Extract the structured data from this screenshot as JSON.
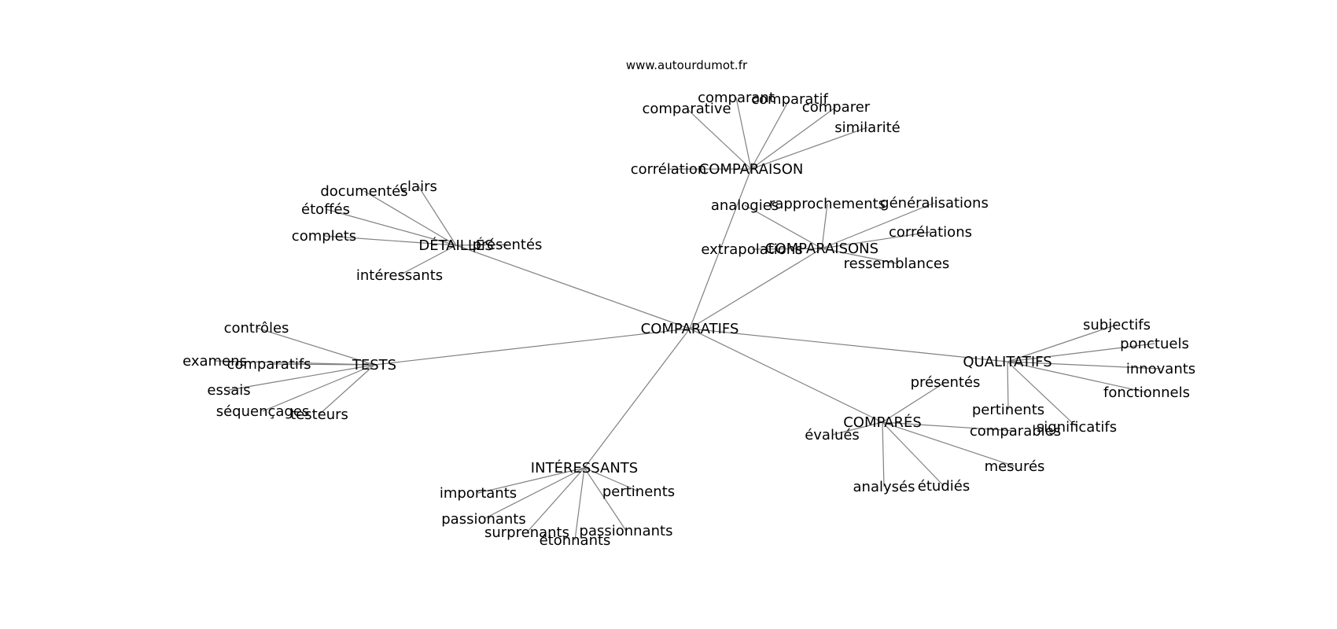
{
  "watermark": "www.autourdumot.fr",
  "colors": {
    "edge": "#808080",
    "text": "#000000",
    "background": "#ffffff"
  },
  "nodes": [
    {
      "id": "comparatifs",
      "label": "COMPARATIFS"
    },
    {
      "id": "comparaison",
      "label": "COMPARAISON"
    },
    {
      "id": "comparaisons",
      "label": "COMPARAISONS"
    },
    {
      "id": "details",
      "label": "DÉTAILLÉS"
    },
    {
      "id": "tests",
      "label": "TESTS"
    },
    {
      "id": "qualitatifs",
      "label": "QUALITATIFS"
    },
    {
      "id": "compares",
      "label": "COMPARÉS"
    },
    {
      "id": "interessants",
      "label": "INTÉRESSANTS"
    },
    {
      "id": "comparant",
      "label": "comparant"
    },
    {
      "id": "comparatif",
      "label": "comparatif"
    },
    {
      "id": "comparative",
      "label": "comparative"
    },
    {
      "id": "comparer",
      "label": "comparer"
    },
    {
      "id": "similarite",
      "label": "similarité"
    },
    {
      "id": "correlation",
      "label": "corrélation"
    },
    {
      "id": "analogies",
      "label": "analogies"
    },
    {
      "id": "rapprochements",
      "label": "rapprochements"
    },
    {
      "id": "generalisations",
      "label": "généralisations"
    },
    {
      "id": "correlations",
      "label": "corrélations"
    },
    {
      "id": "extrapolations",
      "label": "extrapolations"
    },
    {
      "id": "ressemblances",
      "label": "ressemblances"
    },
    {
      "id": "clairs",
      "label": "clairs"
    },
    {
      "id": "documentes",
      "label": "documentés"
    },
    {
      "id": "etoffes",
      "label": "étoffés"
    },
    {
      "id": "complets",
      "label": "complets"
    },
    {
      "id": "presentes_d",
      "label": "présentés"
    },
    {
      "id": "interessants_d",
      "label": "intéressants"
    },
    {
      "id": "controles",
      "label": "contrôles"
    },
    {
      "id": "examens",
      "label": "examens"
    },
    {
      "id": "comparatifs_t",
      "label": "comparatifs"
    },
    {
      "id": "essais",
      "label": "essais"
    },
    {
      "id": "sequencages",
      "label": "séquençages"
    },
    {
      "id": "testeurs",
      "label": "testeurs"
    },
    {
      "id": "subjectifs",
      "label": "subjectifs"
    },
    {
      "id": "ponctuels",
      "label": "ponctuels"
    },
    {
      "id": "innovants",
      "label": "innovants"
    },
    {
      "id": "fonctionnels",
      "label": "fonctionnels"
    },
    {
      "id": "pertinents_q",
      "label": "pertinents"
    },
    {
      "id": "significatifs",
      "label": "significatifs"
    },
    {
      "id": "presentes_c",
      "label": "présentés"
    },
    {
      "id": "evalues",
      "label": "évalués"
    },
    {
      "id": "comparables",
      "label": "comparables"
    },
    {
      "id": "mesures",
      "label": "mesurés"
    },
    {
      "id": "analyses",
      "label": "analysés"
    },
    {
      "id": "etudies",
      "label": "étudiés"
    },
    {
      "id": "importants",
      "label": "importants"
    },
    {
      "id": "pertinents_i",
      "label": "pertinents"
    },
    {
      "id": "passionants",
      "label": "passionants"
    },
    {
      "id": "surprenants",
      "label": "surprenants"
    },
    {
      "id": "etonnants",
      "label": "étonnants"
    },
    {
      "id": "passionnants",
      "label": "passionnants"
    }
  ],
  "edges": [
    [
      "comparatifs",
      "comparaison"
    ],
    [
      "comparatifs",
      "comparaisons"
    ],
    [
      "comparatifs",
      "details"
    ],
    [
      "comparatifs",
      "tests"
    ],
    [
      "comparatifs",
      "qualitatifs"
    ],
    [
      "comparatifs",
      "compares"
    ],
    [
      "comparatifs",
      "interessants"
    ],
    [
      "comparaison",
      "comparant"
    ],
    [
      "comparaison",
      "comparatif"
    ],
    [
      "comparaison",
      "comparative"
    ],
    [
      "comparaison",
      "comparer"
    ],
    [
      "comparaison",
      "similarite"
    ],
    [
      "comparaison",
      "correlation"
    ],
    [
      "comparaisons",
      "analogies"
    ],
    [
      "comparaisons",
      "rapprochements"
    ],
    [
      "comparaisons",
      "generalisations"
    ],
    [
      "comparaisons",
      "correlations"
    ],
    [
      "comparaisons",
      "extrapolations"
    ],
    [
      "comparaisons",
      "ressemblances"
    ],
    [
      "details",
      "clairs"
    ],
    [
      "details",
      "documentes"
    ],
    [
      "details",
      "etoffes"
    ],
    [
      "details",
      "complets"
    ],
    [
      "details",
      "presentes_d"
    ],
    [
      "details",
      "interessants_d"
    ],
    [
      "tests",
      "controles"
    ],
    [
      "tests",
      "examens"
    ],
    [
      "tests",
      "comparatifs_t"
    ],
    [
      "tests",
      "essais"
    ],
    [
      "tests",
      "sequencages"
    ],
    [
      "tests",
      "testeurs"
    ],
    [
      "qualitatifs",
      "subjectifs"
    ],
    [
      "qualitatifs",
      "ponctuels"
    ],
    [
      "qualitatifs",
      "innovants"
    ],
    [
      "qualitatifs",
      "fonctionnels"
    ],
    [
      "qualitatifs",
      "pertinents_q"
    ],
    [
      "qualitatifs",
      "significatifs"
    ],
    [
      "compares",
      "presentes_c"
    ],
    [
      "compares",
      "evalues"
    ],
    [
      "compares",
      "comparables"
    ],
    [
      "compares",
      "mesures"
    ],
    [
      "compares",
      "analyses"
    ],
    [
      "compares",
      "etudies"
    ],
    [
      "interessants",
      "importants"
    ],
    [
      "interessants",
      "pertinents_i"
    ],
    [
      "interessants",
      "passionants"
    ],
    [
      "interessants",
      "surprenants"
    ],
    [
      "interessants",
      "etonnants"
    ],
    [
      "interessants",
      "passionnants"
    ]
  ]
}
